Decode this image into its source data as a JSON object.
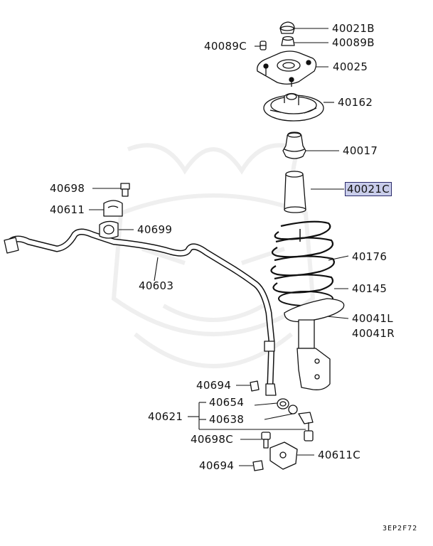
{
  "labels": {
    "p40021B": "40021B",
    "p40089C": "40089C",
    "p40089B": "40089B",
    "p40025": "40025",
    "p40162": "40162",
    "p40017": "40017",
    "p40021C": "40021C",
    "p40698_top": "40698",
    "p40611": "40611",
    "p40699": "40699",
    "p40603": "40603",
    "p40176": "40176",
    "p40145": "40145",
    "p40041L": "40041L",
    "p40041R": "40041R",
    "p40694_mid": "40694",
    "p40654": "40654",
    "p40621": "40621",
    "p40638": "40638",
    "p40698C": "40698C",
    "p40611C": "40611C",
    "p40694_bot": "40694"
  },
  "diagram_code": "3EP2F72",
  "highlight_color": "#c9cdea"
}
